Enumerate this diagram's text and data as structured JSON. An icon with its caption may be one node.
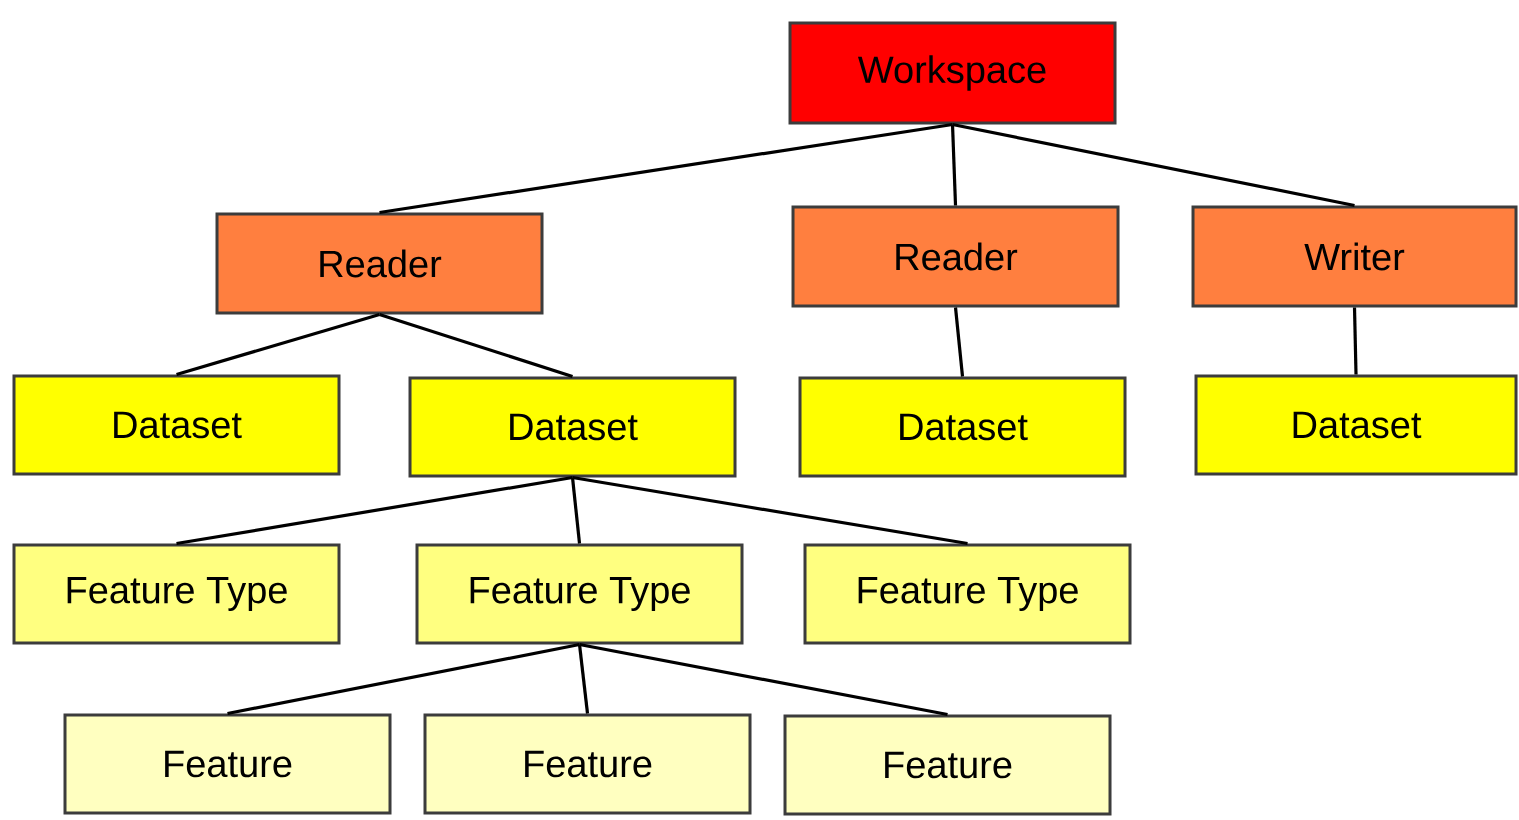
{
  "diagram": {
    "nodes": [
      {
        "text": [
          "Workspace"
        ]
      },
      {
        "text": [
          "Reader"
        ]
      },
      {
        "text": [
          "Reader"
        ]
      },
      {
        "text": [
          "Writer"
        ]
      },
      {
        "text": [
          "Dataset"
        ]
      },
      {
        "text": [
          "Dataset"
        ]
      },
      {
        "text": [
          "Dataset"
        ]
      },
      {
        "text": [
          "Dataset"
        ]
      },
      {
        "text": [
          "Feature Type"
        ]
      },
      {
        "text": [
          "Feature Type"
        ]
      },
      {
        "text": [
          "Feature Type"
        ]
      },
      {
        "text": [
          "Feature"
        ]
      },
      {
        "text": [
          "Feature"
        ]
      },
      {
        "text": [
          "Feature"
        ]
      }
    ],
    "edges": [
      {
        "from": 0,
        "to": 1,
        "arrow": "none"
      },
      {
        "from": 0,
        "to": 2,
        "arrow": "none"
      },
      {
        "from": 0,
        "to": 3,
        "arrow": "none"
      },
      {
        "from": 1,
        "to": 4,
        "arrow": "none"
      },
      {
        "from": 1,
        "to": 5,
        "arrow": "none"
      },
      {
        "from": 2,
        "to": 6,
        "arrow": "none"
      },
      {
        "from": 3,
        "to": 7,
        "arrow": "none"
      },
      {
        "from": 5,
        "to": 8,
        "arrow": "none"
      },
      {
        "from": 5,
        "to": 9,
        "arrow": "none"
      },
      {
        "from": 5,
        "to": 10,
        "arrow": "none"
      },
      {
        "from": 9,
        "to": 11,
        "arrow": "none"
      },
      {
        "from": 9,
        "to": 12,
        "arrow": "none"
      },
      {
        "from": 9,
        "to": 13,
        "arrow": "none"
      }
    ]
  }
}
